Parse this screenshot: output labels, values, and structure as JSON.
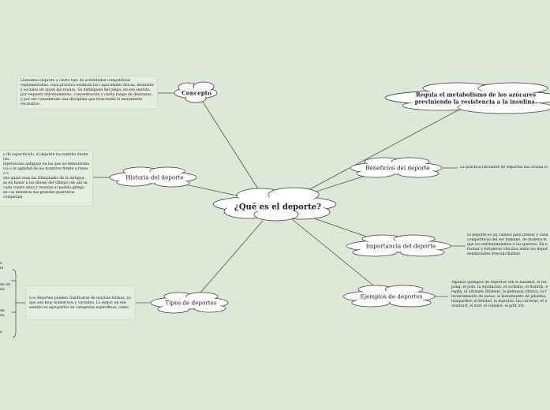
{
  "central": {
    "title": "¿Qué es el deporte?"
  },
  "nodes": {
    "concepto": {
      "label": "Concepto",
      "text": "Llamamos deporte a cierto tipo de actividades competitivas reglamentadas, cuya práctica estimula las capacidades físicas, mentales y sociales de quien las realiza. Se distinguen del juego, en ese sentido, por requerir entrenamiento, concentración y cierto rango de destrezas, y por ser considerado una disciplina que trasciende lo meramente recreativo."
    },
    "historia": {
      "label": "Historia del deporte",
      "text": "y de espectáculo, el deporte ha existido desde ión.\nmpetencias antiguas en las que se demostraba ica o la agilidad de los hombres frente a reyes o s.\nsha quizá sean las Olimpíadas de la Antigua as en honor a los dioses del Olimpo (de allí su cada cuatro años y reunían al pueblo griego en ca) mientras sus grandes guerreros competían"
    },
    "beneficios": {
      "label": "Beneficios del deporte",
      "text": "La práctica frecuente de deportes nos brinda lo"
    },
    "metabolismo": {
      "label": "Regula el metabolismo de los azúcares previniendo la resistencia a la insulina."
    },
    "importancia": {
      "label": "Importancia del deporte",
      "text": "El deporte es un camino para drenar y cana competitivas del ser humano, de manera m que los enfrentamientos o las guerras. En n formar y fortalecer vínculos entre los depor enemistades irreconciliables."
    },
    "ejemplos": {
      "label": "Ejemplos de deportes",
      "text": "Algunos ejemplos de deportes son el hándbol, el fút pong, el polo, la equitación, el ciclismo, el frontón, e rugby, el ultimate (frisbee), la gimnasia rítmica, la r levantamiento de pesas, el lanzamiento de jabalina, básquetbol, el béisbol, la maratón, las carreras, el a windsurf, el surf, el voleibol, el golf, etc."
    },
    "tipos": {
      "label": "Tipos de deportes",
      "text": "Los deportes pueden clasificarse de muchas formas, ya que son muy numerosos y variados. Lo mejor, en ese sentido es agruparlos en categorías específicas, como:"
    }
  },
  "left_fragments": [
    "e",
    "el",
    "de un",
    "ne",
    "de",
    "es,",
    "a"
  ],
  "colors": {
    "background": "#dce8d8",
    "cloud_fill": "#ffffff",
    "cloud_stroke": "#3f3f3f",
    "connector": "#4a5a48"
  }
}
